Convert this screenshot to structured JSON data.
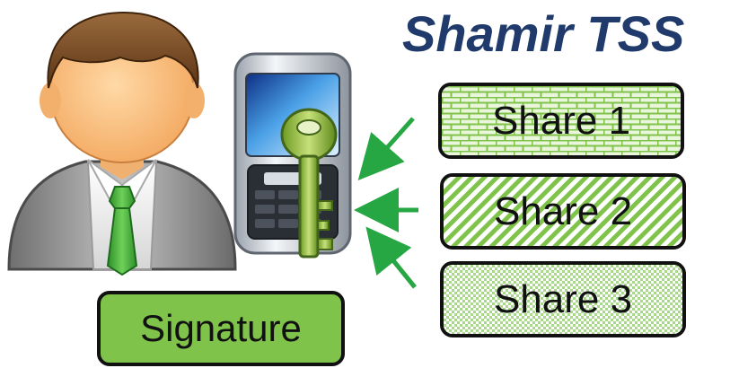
{
  "title": "Shamir TSS",
  "shares": [
    {
      "label": "Share 1",
      "pattern": "brick"
    },
    {
      "label": "Share 2",
      "pattern": "diagonal"
    },
    {
      "label": "Share 3",
      "pattern": "checker"
    }
  ],
  "signature": {
    "label": "Signature"
  },
  "colors": {
    "title": "#1f3a6b",
    "pattern_green": "#7fc34a",
    "arrow_green": "#27a744",
    "signature_fill": "#7fc34a",
    "outline": "#111111"
  },
  "icons": {
    "person": "businessman-icon",
    "device": "phone-with-key-icon"
  }
}
